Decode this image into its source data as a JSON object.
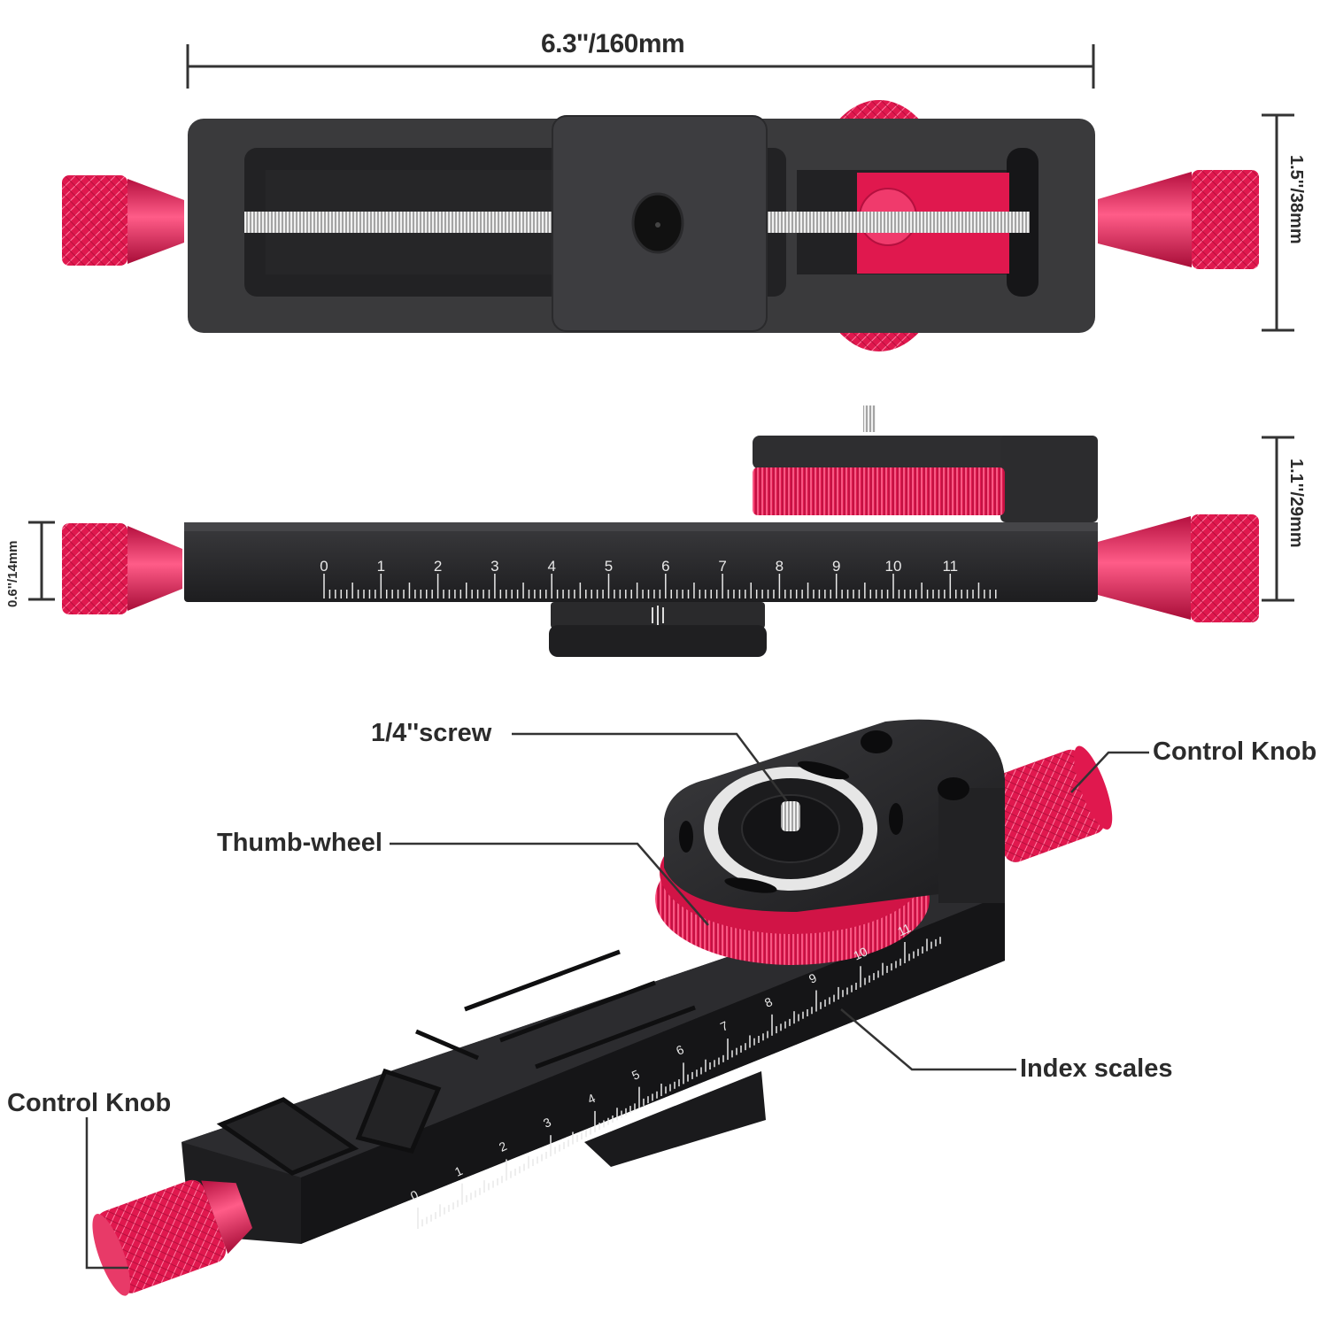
{
  "product": "macro focusing rail",
  "colors": {
    "accent_red": "#e0184e",
    "body_black": "#2a2a2c",
    "body_dark": "#1a1a1c",
    "text": "#2b2b2b",
    "line": "#333333",
    "scale_marks": "#e8e8e8"
  },
  "dimensions": {
    "length": "6.3''/160mm",
    "width": "1.5''/38mm",
    "height_total": "1.1''/29mm",
    "rail_height": "0.6''/14mm"
  },
  "side_view_scale": {
    "labels": [
      "0",
      "1",
      "2",
      "3",
      "4",
      "5",
      "6",
      "7",
      "8",
      "9",
      "10",
      "11"
    ]
  },
  "perspective_scale": {
    "labels": [
      "0",
      "1",
      "2",
      "3",
      "4",
      "5",
      "6",
      "7",
      "8",
      "9",
      "10",
      "11"
    ]
  },
  "callouts": {
    "screw": "1/4''screw",
    "thumb_wheel": "Thumb-wheel",
    "control_knob_right": "Control Knob",
    "index_scales": "Index scales",
    "control_knob_left": "Control Knob"
  }
}
